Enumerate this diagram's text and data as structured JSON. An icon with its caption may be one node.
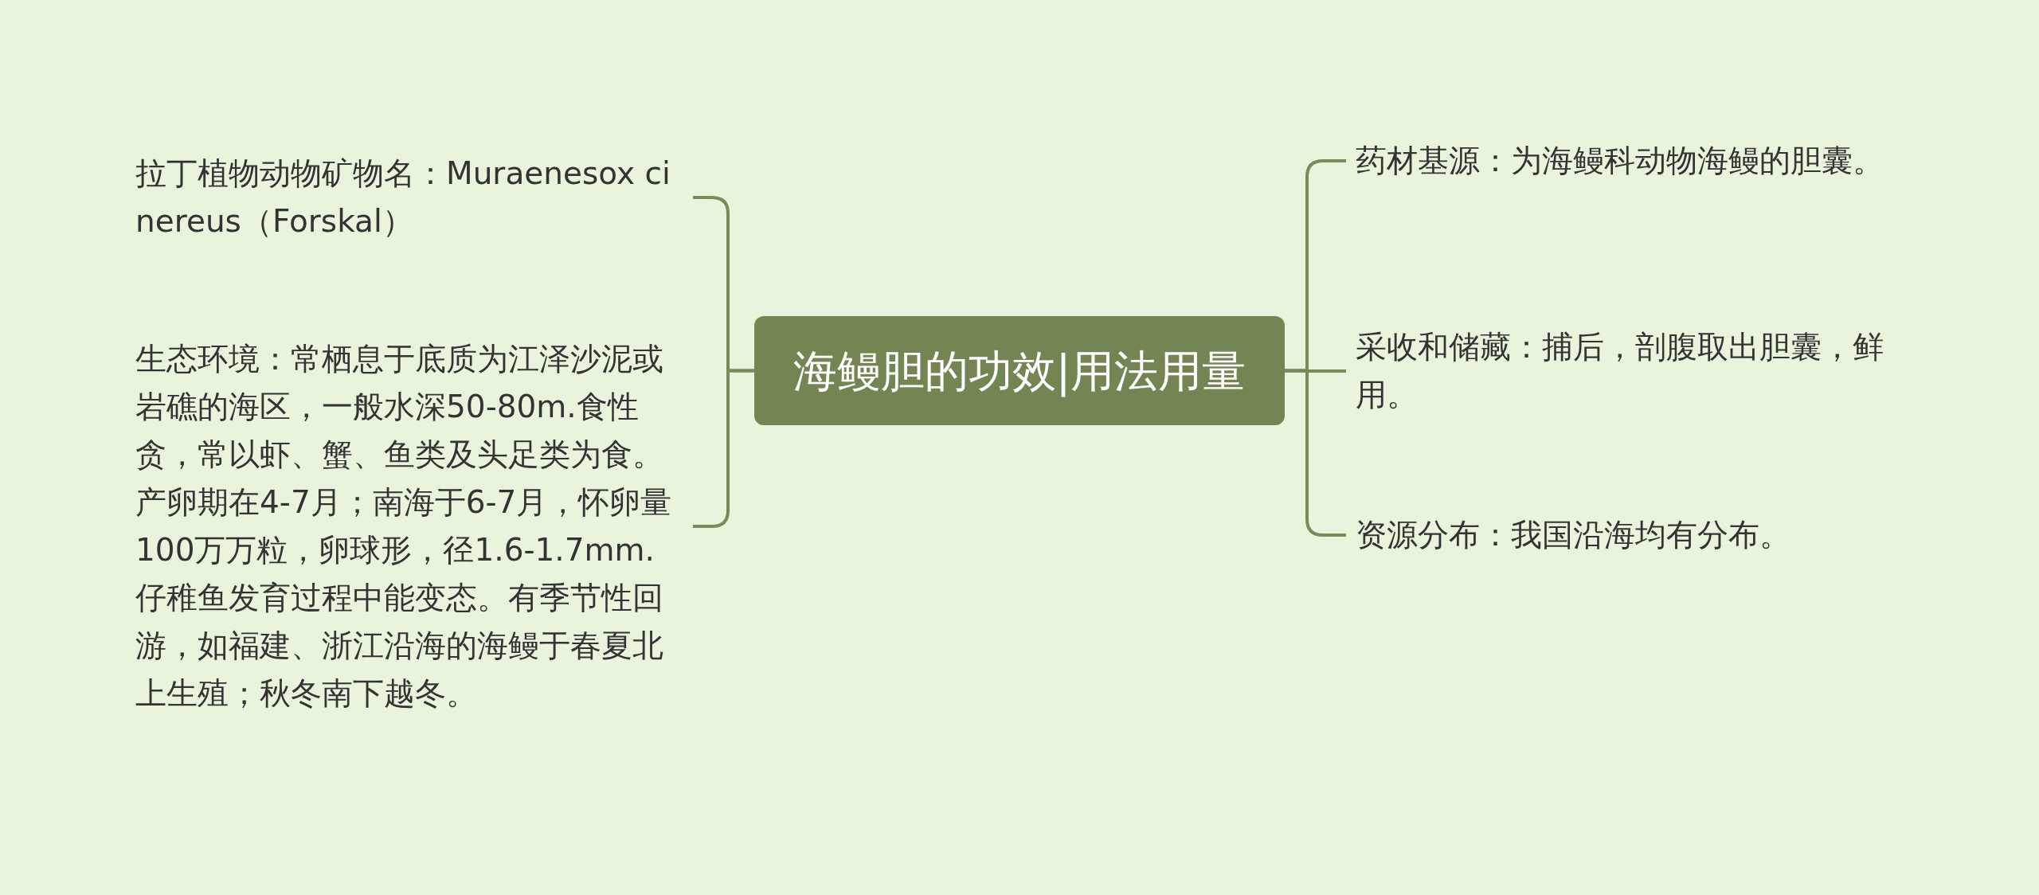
{
  "diagram": {
    "nodes": [
      {
        "text": [
          "海鳗胆的功效|用法用量"
        ]
      },
      {
        "text": [
          "拉丁植物动物矿物名：Muraenesox cinereus（Forskal）"
        ]
      },
      {
        "text": [
          "生态环境：常栖息于底质为江泽沙泥或岩礁的海区，一般水深50-80m.食性贪，常以虾、蟹、鱼类及头足类为食。产卵期在4-7月；南海于6-7月，怀卵量100万万粒，卵球形，径1.6-1.7mm.仔稚鱼发育过程中能变态。有季节性回游，如福建、浙江沿海的海鳗于春夏北上生殖；秋冬南下越冬。"
        ]
      },
      {
        "text": [
          "药材基源：为海鳗科动物海鳗的胆囊。"
        ]
      },
      {
        "text": [
          "采收和储藏：捕后，剖腹取出胆囊，鲜用。"
        ]
      },
      {
        "text": [
          "资源分布：我国沿海均有分布。"
        ]
      }
    ],
    "edges": [
      {
        "from": 0,
        "to": 1,
        "arrow": "none"
      },
      {
        "from": 0,
        "to": 2,
        "arrow": "none"
      },
      {
        "from": 0,
        "to": 3,
        "arrow": "none"
      },
      {
        "from": 0,
        "to": 4,
        "arrow": "none"
      },
      {
        "from": 0,
        "to": 5,
        "arrow": "none"
      }
    ]
  }
}
